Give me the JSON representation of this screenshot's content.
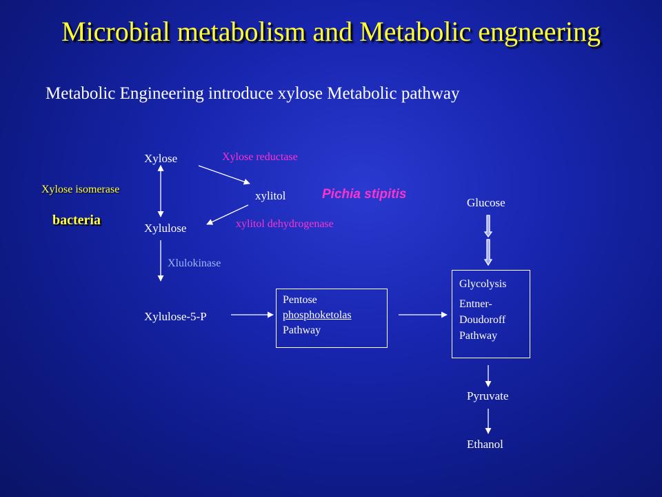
{
  "title": "Microbial metabolism and Metabolic engneering",
  "subtitle": "Metabolic Engineering introduce xylose Metabolic pathway",
  "nodes": {
    "xylose": "Xylose",
    "xylitol": "xylitol",
    "xylulose": "Xylulose",
    "xylulose5p": "Xylulose-5-P",
    "glucose": "Glucose",
    "pyruvate": "Pyruvate",
    "ethanol": "Ethanol"
  },
  "enzymes": {
    "xylose_reductase": "Xylose reductase",
    "xylitol_dehydrogenase": "xylitol dehydrogenase",
    "xylose_isomerase": "Xylose isomerase",
    "xlulokinase": "Xlulokinase"
  },
  "organisms": {
    "yeast": "Pichia stipitis",
    "bacteria": "bacteria"
  },
  "pathway_boxes": {
    "pentose": [
      "Pentose",
      "phosphoketolas",
      "Pathway"
    ],
    "glycolysis": [
      "Glycolysis",
      "Entner-",
      "Doudoroff",
      "Pathway"
    ]
  },
  "colors": {
    "title": "#ffff33",
    "enzyme_magenta": "#ff33cc",
    "bacteria_yellow": "#ffff44",
    "kinase_blue": "#9fb4ff",
    "background": "#1826b0"
  }
}
